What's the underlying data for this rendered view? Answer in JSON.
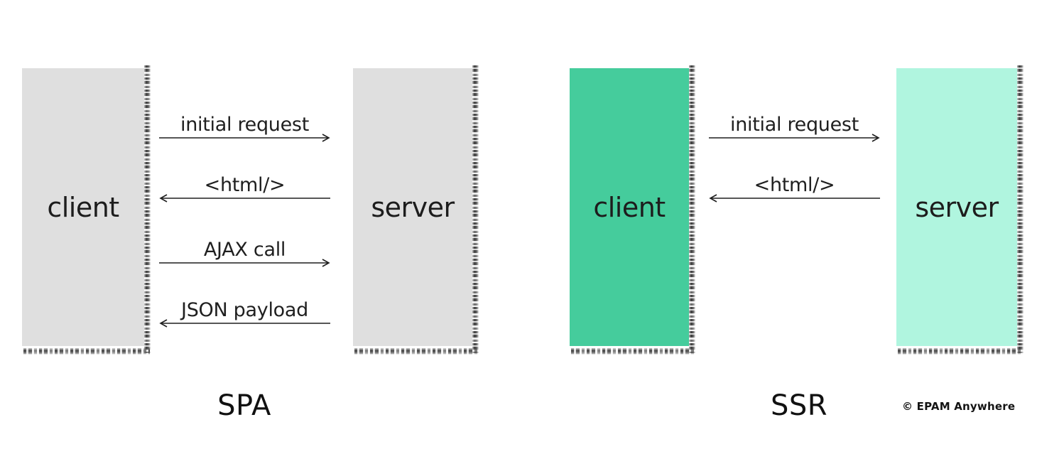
{
  "colors": {
    "gray_box": "#dfdfdf",
    "green_client": "#45cc9c",
    "green_server": "#b0f5df",
    "stroke": "#1f1f1f",
    "background": "#ffffff"
  },
  "diagrams": [
    {
      "id": "spa",
      "caption": "SPA",
      "client": {
        "label": "client",
        "fill": "#dfdfdf"
      },
      "server": {
        "label": "server",
        "fill": "#dfdfdf"
      },
      "messages": [
        {
          "label": "initial request",
          "direction": "right"
        },
        {
          "label": "<html/>",
          "direction": "left"
        },
        {
          "label": "AJAX call",
          "direction": "right"
        },
        {
          "label": "JSON payload",
          "direction": "left"
        }
      ]
    },
    {
      "id": "ssr",
      "caption": "SSR",
      "client": {
        "label": "client",
        "fill": "#45cc9c"
      },
      "server": {
        "label": "server",
        "fill": "#b0f5df"
      },
      "messages": [
        {
          "label": "initial request",
          "direction": "right"
        },
        {
          "label": "<html/>",
          "direction": "left"
        }
      ]
    }
  ],
  "credit": "© EPAM Anywhere"
}
